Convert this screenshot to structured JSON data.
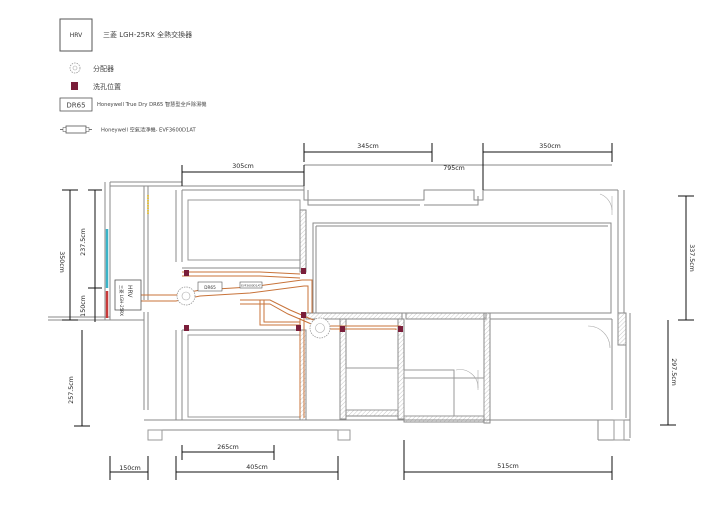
{
  "legend": {
    "hrv_box_label": "HRV",
    "hrv_desc": "三菱 LGH-25RX 全熱交換器",
    "distributor_desc": "分配器",
    "hole_desc": "洗孔位置",
    "dr65_box_label": "DR65",
    "dr65_desc": "Honeywell True Dry DR65 智慧型全戶除濕機",
    "purifier_desc": "Honeywell 空氣清淨機- EVF3600D1AT"
  },
  "dimensions": {
    "top_305": "305cm",
    "top_345": "345cm",
    "top_795": "795cm",
    "top_350": "350cm",
    "left_350": "350cm",
    "left_2375": "237.5cm",
    "left_150": "150cm",
    "left_2575": "257.5cm",
    "right_3375": "337.5cm",
    "right_2975": "297.5cm",
    "bottom_265": "265cm",
    "bottom_150": "150cm",
    "bottom_405": "405cm",
    "bottom_515": "515cm"
  },
  "plan_labels": {
    "hrv_unit": "HRV",
    "hrv_model": "三菱 LGH-25RX",
    "dr65_unit": "DR65",
    "purifier_unit": "EVF3600D1AT"
  },
  "colors": {
    "wall": "#8a8a8a",
    "wall_fill": "#ffffff",
    "duct": "#c8733a",
    "hole": "#7a1e3a",
    "window_blue": "#3ab4c8",
    "window_red": "#c83a3a",
    "window_yellow": "#e0b000"
  }
}
